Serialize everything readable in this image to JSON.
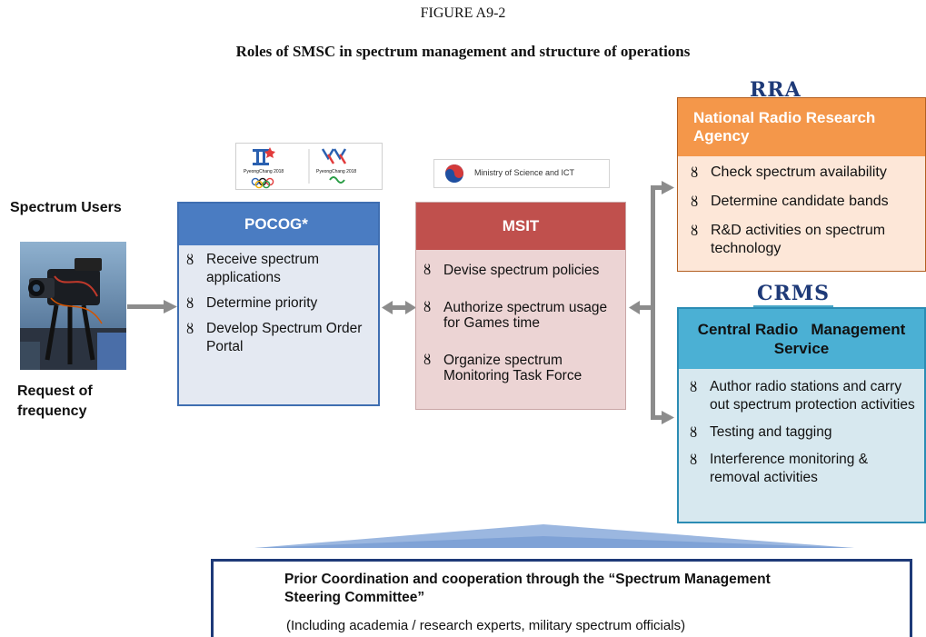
{
  "figure": {
    "label": "FIGURE A9-2",
    "title": "Roles of SMSC in spectrum management and structure of operations"
  },
  "left": {
    "users_label": "Spectrum Users",
    "request_label": [
      "Request of",
      "frequency"
    ]
  },
  "pocog": {
    "header": "POCOG*",
    "logo_texts": [
      "PyeongChang 2018",
      "PyeongChang 2018"
    ],
    "items": [
      "Receive spectrum applications",
      "Determine priority",
      "Develop Spectrum Order Portal"
    ]
  },
  "msit": {
    "logo_text": "Ministry of Science and ICT",
    "header": "MSIT",
    "items": [
      "Devise spectrum policies",
      "Authorize spectrum usage for Games time",
      "Organize spectrum Monitoring Task Force"
    ]
  },
  "rra": {
    "logo": "RRA",
    "header": "National Radio Research Agency",
    "items": [
      "Check spectrum availability",
      "Determine candidate bands",
      "R&D activities on spectrum technology"
    ]
  },
  "crms": {
    "logo": "CRMS",
    "header": [
      "Central Radio   Management",
      "Service"
    ],
    "items": [
      "Author radio stations and carry out spectrum protection activities",
      "Testing and tagging",
      "Interference monitoring & removal activities"
    ]
  },
  "committee": {
    "title": "Prior Coordination and cooperation through the “Spectrum Management Steering Committee”",
    "subtitle": "(Including academia / research experts, military spectrum officials)"
  },
  "bullet_glyph": "ȣ",
  "colors": {
    "pocog_header": "#4a7cc2",
    "msit_header": "#c0504d",
    "rra_header": "#f4974a",
    "crms_header": "#4bb0d4",
    "committee_border": "#1e3a78",
    "arrow": "#888888"
  }
}
